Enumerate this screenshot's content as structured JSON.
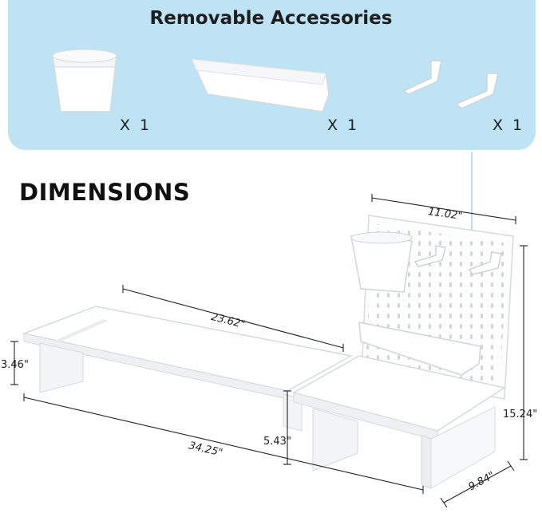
{
  "accessories": {
    "title": "Removable Accessories",
    "items": [
      {
        "icon": "cup-icon",
        "quantity": "X 1"
      },
      {
        "icon": "tray-icon",
        "quantity": "X 1"
      },
      {
        "icon": "hook-icon",
        "quantity": "X 1"
      }
    ]
  },
  "dimensions": {
    "heading": "DIMENSIONS",
    "pegboard_width": "11.02\"",
    "main_shelf_length": "23.62\"",
    "main_shelf_height": "3.46\"",
    "riser_height": "5.43\"",
    "total_length": "34.25\"",
    "total_height": "15.24\"",
    "depth": "9.84\""
  },
  "colors": {
    "panel": "#bde3f5",
    "furniture": "#ffffff",
    "outline": "#d9dde0",
    "dimension_line": "#222222"
  }
}
